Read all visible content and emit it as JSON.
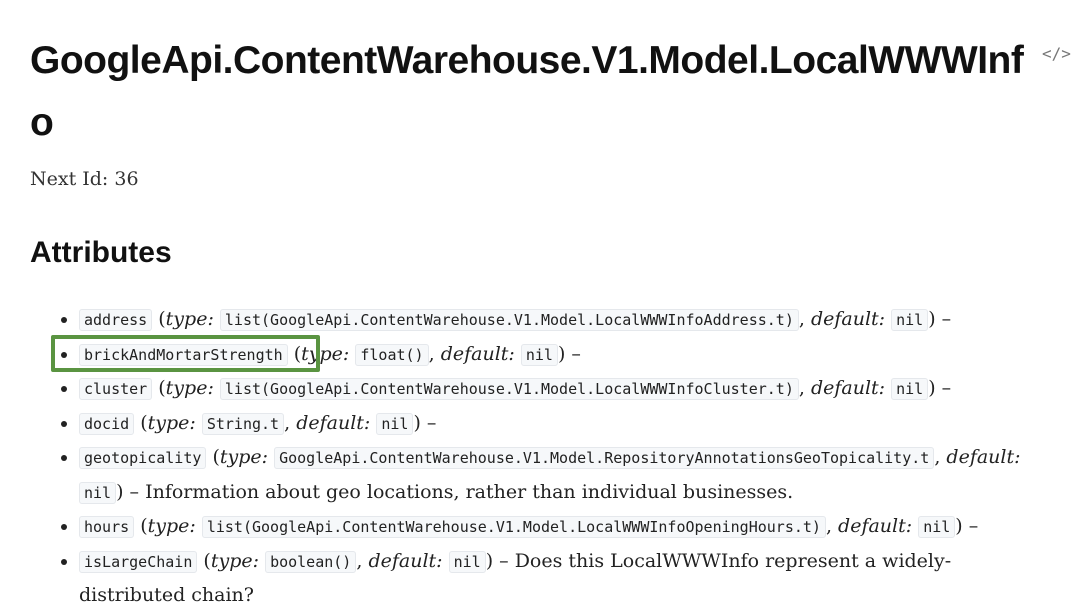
{
  "title": "GoogleApi.ContentWarehouse.V1.Model.LocalWWWInfo",
  "source_link": "</>",
  "next_id": "Next Id: 36",
  "section_heading": "Attributes",
  "labels": {
    "type": "type:",
    "default": "default:"
  },
  "attributes": [
    {
      "name": "address",
      "type": "list(GoogleApi.ContentWarehouse.V1.Model.LocalWWWInfoAddress.t)",
      "default": "nil",
      "description": ""
    },
    {
      "name": "brickAndMortarStrength",
      "type": "float()",
      "default": "nil",
      "description": ""
    },
    {
      "name": "cluster",
      "type": "list(GoogleApi.ContentWarehouse.V1.Model.LocalWWWInfoCluster.t)",
      "default": "nil",
      "description": ""
    },
    {
      "name": "docid",
      "type": "String.t",
      "default": "nil",
      "description": ""
    },
    {
      "name": "geotopicality",
      "type": "GoogleApi.ContentWarehouse.V1.Model.RepositoryAnnotationsGeoTopicality.t",
      "default": "nil",
      "description": "Information about geo locations, rather than individual businesses."
    },
    {
      "name": "hours",
      "type": "list(GoogleApi.ContentWarehouse.V1.Model.LocalWWWInfoOpeningHours.t)",
      "default": "nil",
      "description": ""
    },
    {
      "name": "isLargeChain",
      "type": "boolean()",
      "default": "nil",
      "description": "Does this LocalWWWInfo represent a widely-distributed chain?"
    }
  ],
  "highlight_color": "#5a9441"
}
